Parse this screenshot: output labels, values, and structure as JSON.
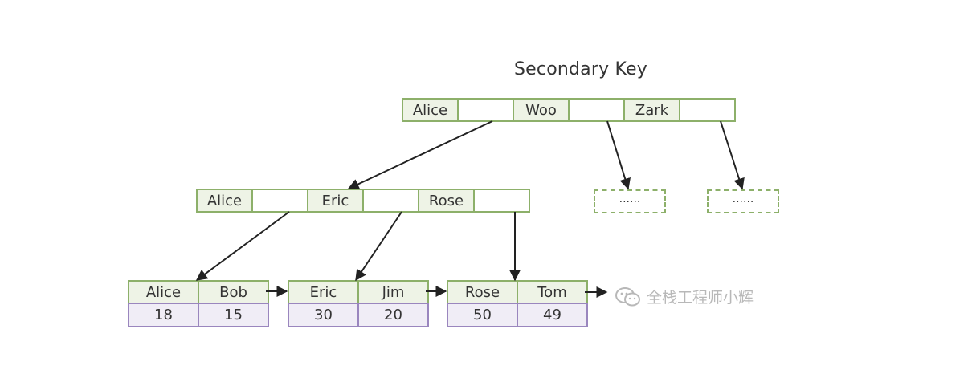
{
  "title": "Secondary Key",
  "root_node": {
    "keys": [
      "Alice",
      "Woo",
      "Zark"
    ]
  },
  "internal_node": {
    "keys": [
      "Alice",
      "Eric",
      "Rose"
    ]
  },
  "placeholder_nodes": [
    "......",
    "......"
  ],
  "leaf_nodes": [
    {
      "keys": [
        "Alice",
        "Bob"
      ],
      "values": [
        "18",
        "15"
      ]
    },
    {
      "keys": [
        "Eric",
        "Jim"
      ],
      "values": [
        "30",
        "20"
      ]
    },
    {
      "keys": [
        "Rose",
        "Tom"
      ],
      "values": [
        "50",
        "49"
      ]
    }
  ],
  "watermark": {
    "text": "全栈工程师小辉",
    "icon": "wechat-icon"
  },
  "colors": {
    "key_fill": "#eef3e6",
    "key_border": "#8db06a",
    "value_fill": "#f0edf6",
    "value_border": "#9a86be",
    "arrow": "#222222"
  }
}
